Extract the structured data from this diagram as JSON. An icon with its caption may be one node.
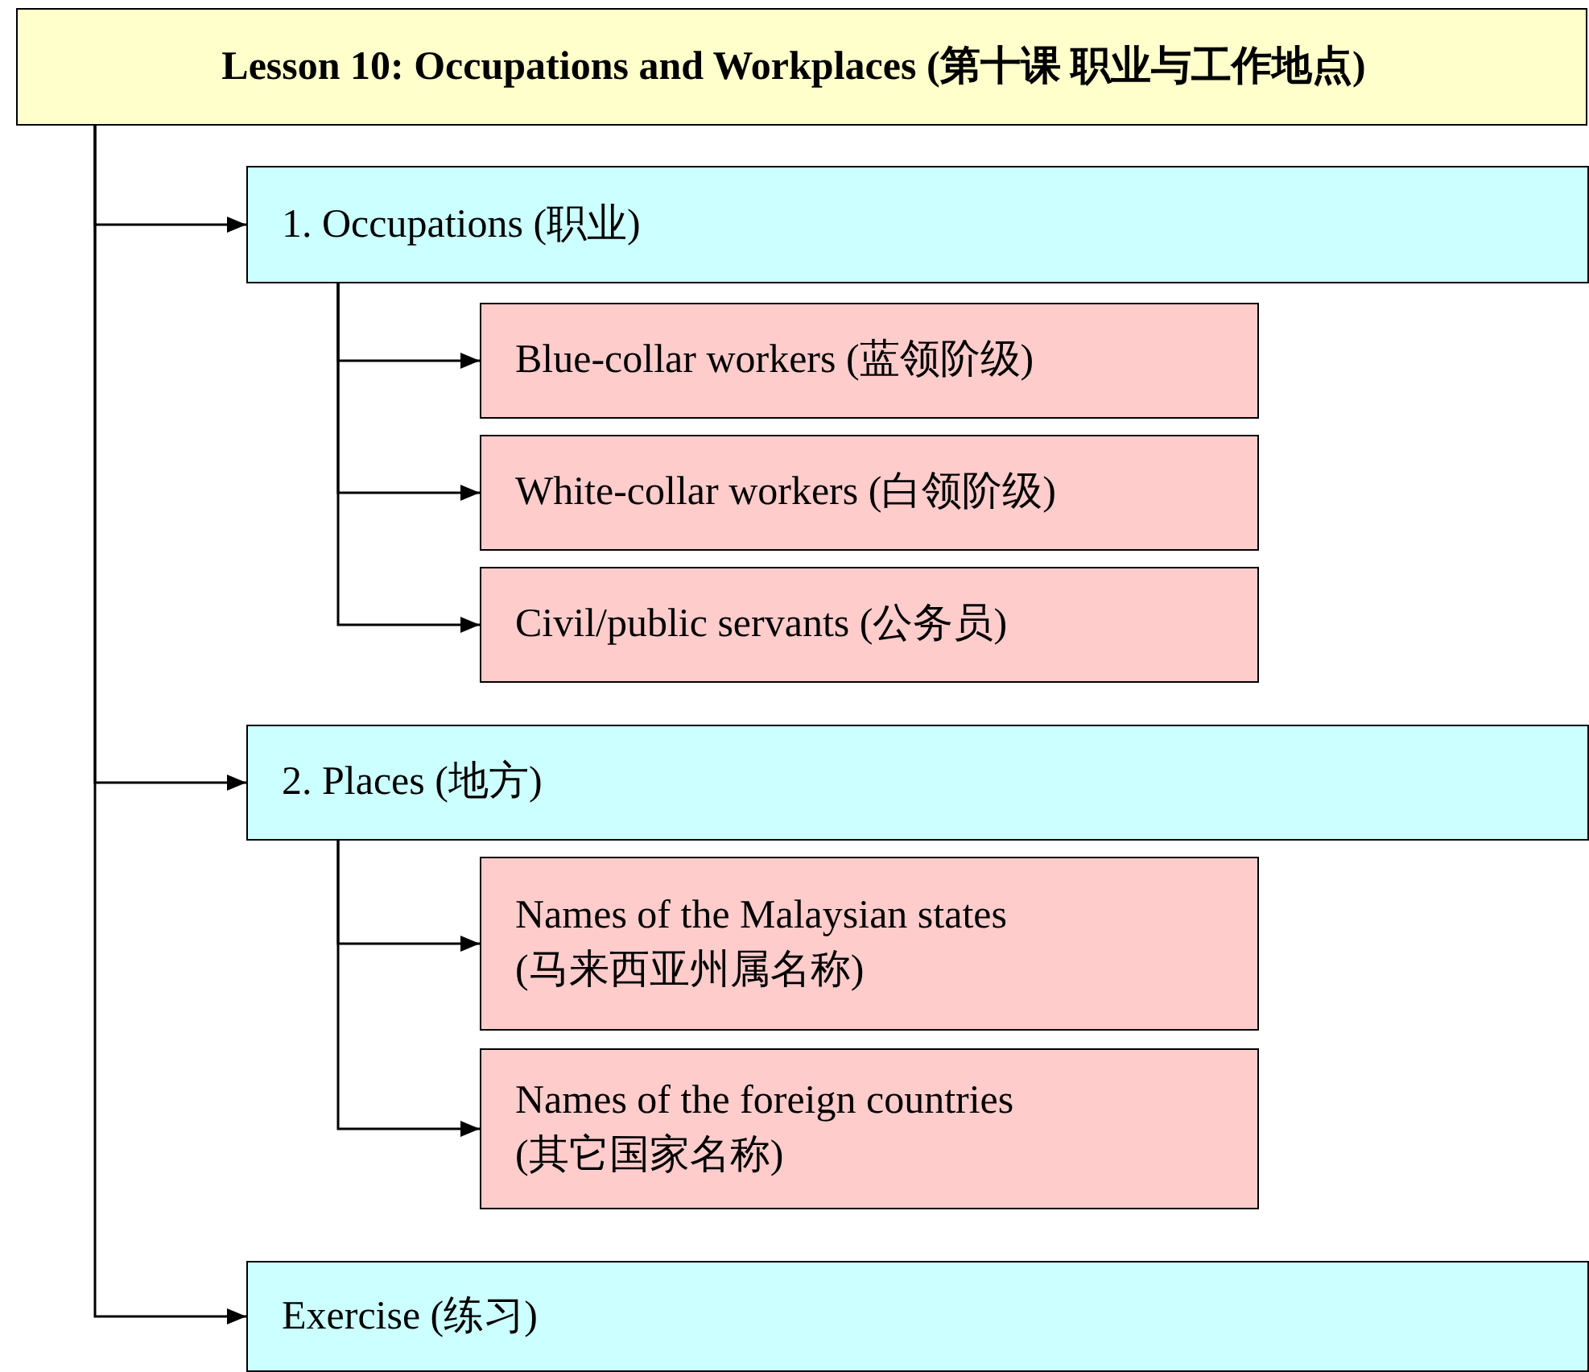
{
  "diagram": {
    "nodes": [
      {
        "text": [
          "Lesson 10: Occupations and Workplaces (第十课 职业与工作地点)"
        ]
      },
      {
        "text": [
          "1. Occupations (职业)"
        ]
      },
      {
        "text": [
          "Blue-collar workers (蓝领阶级)"
        ]
      },
      {
        "text": [
          "White-collar workers (白领阶级)"
        ]
      },
      {
        "text": [
          "Civil/public servants (公务员)"
        ]
      },
      {
        "text": [
          "2. Places (地方)"
        ]
      },
      {
        "text": [
          "Names of the Malaysian states (马来西亚州属名称)"
        ]
      },
      {
        "text": [
          "Names of the foreign countries (其它国家名称)"
        ]
      },
      {
        "text": [
          "Exercise (练习)"
        ]
      }
    ],
    "edges": [
      {
        "from": 0,
        "to": 1,
        "arrow": "to"
      },
      {
        "from": 1,
        "to": 2,
        "arrow": "to"
      },
      {
        "from": 1,
        "to": 3,
        "arrow": "to"
      },
      {
        "from": 1,
        "to": 4,
        "arrow": "to"
      },
      {
        "from": 0,
        "to": 5,
        "arrow": "to"
      },
      {
        "from": 5,
        "to": 6,
        "arrow": "to"
      },
      {
        "from": 5,
        "to": 7,
        "arrow": "to"
      },
      {
        "from": 0,
        "to": 8,
        "arrow": "to"
      }
    ]
  }
}
